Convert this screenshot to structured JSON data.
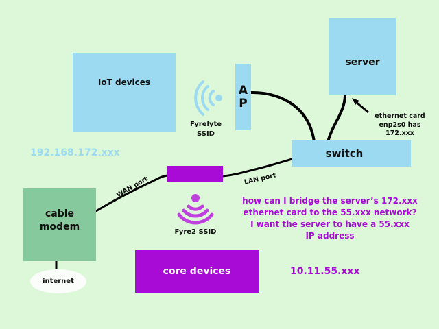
{
  "diagram": {
    "nodes": {
      "iot": "IoT devices",
      "ap_line1": "A",
      "ap_line2": "P",
      "server": "server",
      "switch": "switch",
      "cable_modem_line1": "cable",
      "cable_modem_line2": "modem",
      "internet": "internet",
      "core": "core devices"
    },
    "labels": {
      "fyrelyte_line1": "Fyrelyte",
      "fyrelyte_line2": "SSID",
      "fyre2": "Fyre2 SSID",
      "eth_line1": "ethernet card",
      "eth_line2": "enp2s0 has",
      "eth_line3": "172.xxx",
      "wan_port": "WAN port",
      "lan_port": "LAN port",
      "subnet_172": "192.168.172.xxx",
      "subnet_55": "10.11.55.xxx"
    },
    "question": {
      "line1": "how can I bridge the server’s 172.xxx",
      "line2": "ethernet card to the 55.xxx network?",
      "line3": "I want the server to have a 55.xxx",
      "line4": "IP address"
    },
    "colors": {
      "background": "#dcf8d8",
      "blue_node": "#9bdaf0",
      "green_node": "#86c99c",
      "purple_node": "#a80bd6",
      "subnet_172_text": "#9bdaf0",
      "purple_text": "#a80bd6"
    }
  }
}
